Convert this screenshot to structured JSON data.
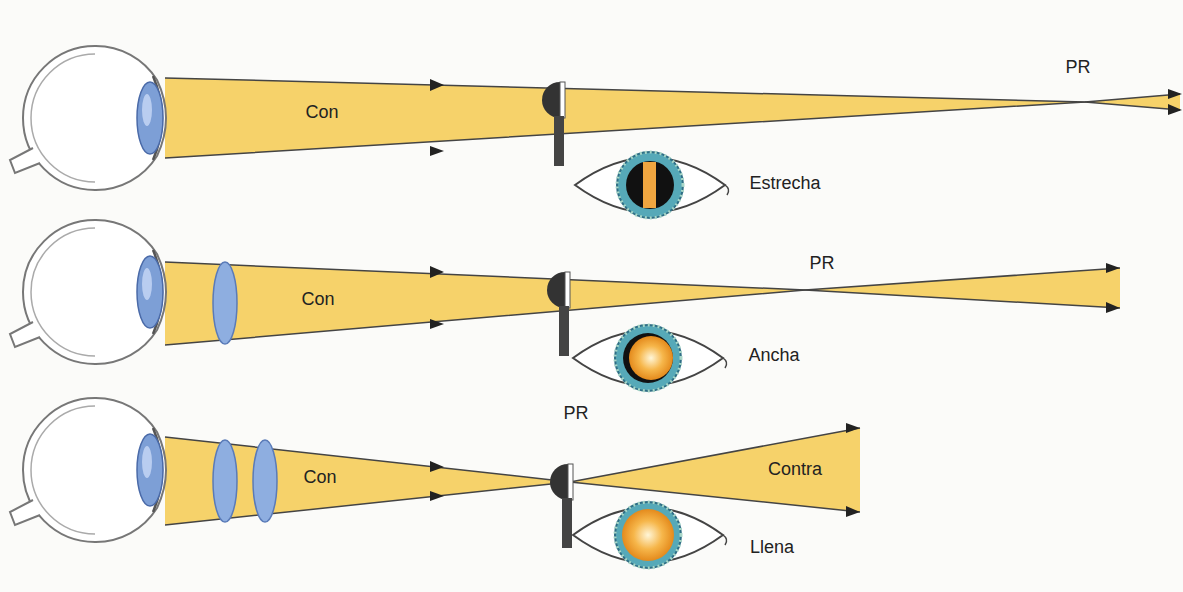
{
  "diagram": {
    "labels": [
      "PR",
      "Con",
      "Estrecha",
      "PR",
      "Con",
      "Ancha",
      "PR",
      "Con",
      "Contra",
      "Llena"
    ]
  }
}
